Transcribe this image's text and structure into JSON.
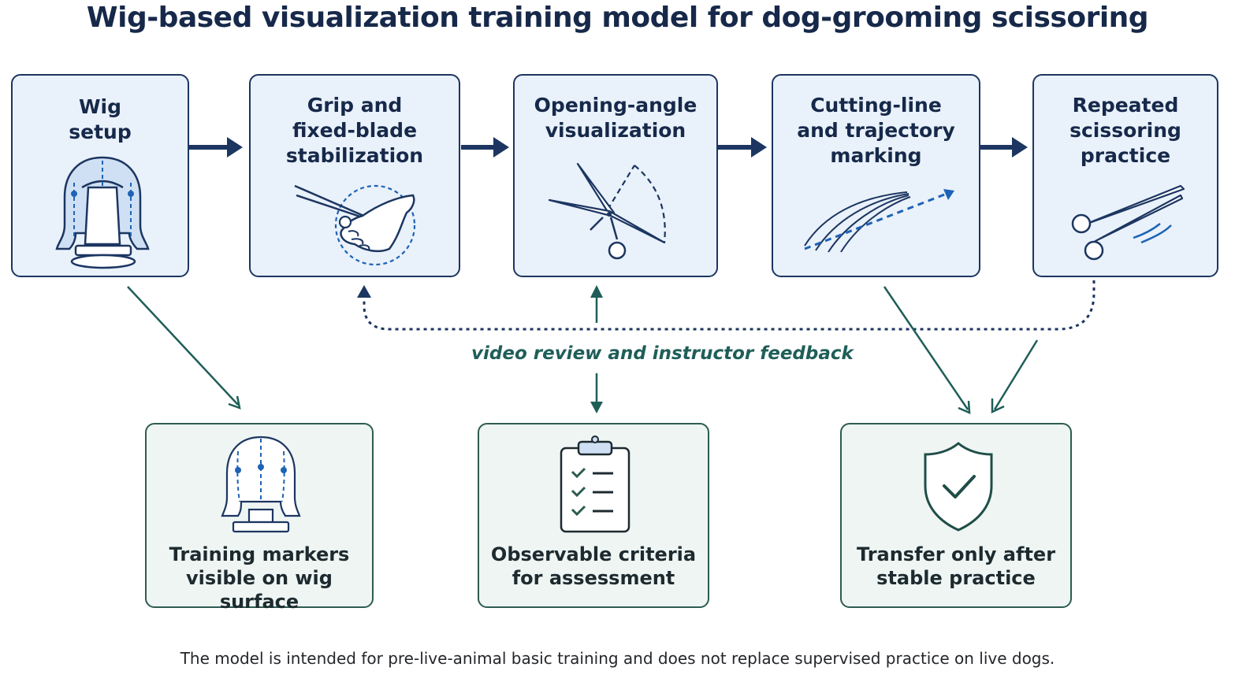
{
  "title": "Wig-based visualization training model for dog-grooming scissoring",
  "steps": [
    {
      "label": "Wig\nsetup",
      "icon": "wig-head-icon"
    },
    {
      "label": "Grip and\nfixed-blade\nstabilization",
      "icon": "scissors-grip-icon"
    },
    {
      "label": "Opening-angle\nvisualization",
      "icon": "scissors-angle-icon"
    },
    {
      "label": "Cutting-line\nand trajectory\nmarking",
      "icon": "trajectory-lines-icon"
    },
    {
      "label": "Repeated\nscissoring\npractice",
      "icon": "scissors-motion-icon"
    }
  ],
  "feedback_label": "video review and instructor feedback",
  "outcomes": [
    {
      "label": "Training markers\nvisible on wig surface",
      "icon": "marked-wig-icon"
    },
    {
      "label": "Observable criteria\nfor assessment",
      "icon": "clipboard-checklist-icon"
    },
    {
      "label": "Transfer only after\nstable practice",
      "icon": "shield-check-icon"
    }
  ],
  "footnote": "The model is intended for pre-live-animal basic training and does not replace supervised practice on live dogs.",
  "colors": {
    "step_fill": "#e9f1fa",
    "step_border": "#1c3661",
    "outcome_fill": "#eef5f3",
    "outcome_border": "#2d5c51",
    "accent_blue": "#1e63b5",
    "feedback_teal": "#1f5e58"
  }
}
